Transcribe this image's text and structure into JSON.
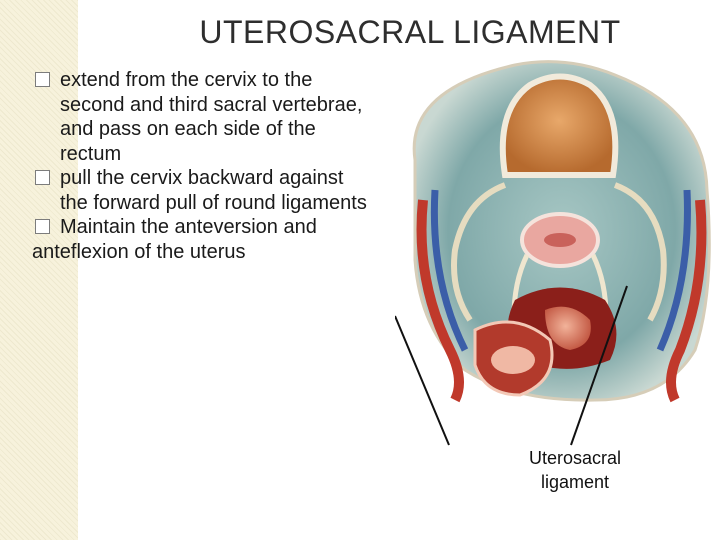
{
  "slide": {
    "title": "UTEROSACRAL LIGAMENT",
    "bullets": [
      "extend from the cervix to the second and third sacral vertebrae, and pass on each side of the rectum",
      "pull the cervix backward against the forward pull of round ligaments",
      "Maintain the anteversion and anteflexion of the uterus"
    ]
  },
  "figure": {
    "label_line1": "Uterosacral",
    "label_line2": "ligament"
  }
}
